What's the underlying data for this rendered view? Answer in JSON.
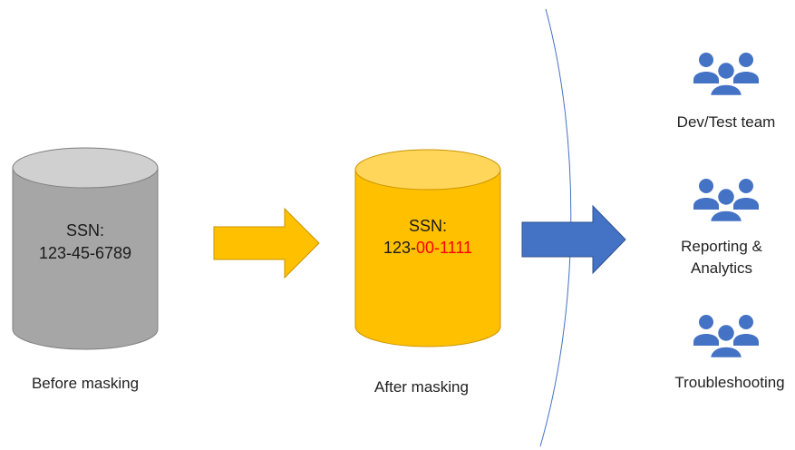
{
  "before": {
    "ssn_label": "SSN:",
    "ssn_value": "123-45-6789",
    "caption": "Before masking",
    "color": "#a6a6a6"
  },
  "after": {
    "ssn_label": "SSN:",
    "ssn_part1": "123-",
    "ssn_part2": "00",
    "ssn_part3": "-1111",
    "caption": "After masking",
    "color": "#ffc000",
    "masked_color": "#ff0000"
  },
  "arrows": {
    "first_color": "#ffc000",
    "second_color": "#4472c4"
  },
  "teams": [
    {
      "icon": "people-group-icon",
      "label_lines": [
        "Dev/Test team"
      ]
    },
    {
      "icon": "people-group-icon",
      "label_lines": [
        "Reporting &",
        "Analytics"
      ]
    },
    {
      "icon": "people-group-icon",
      "label_lines": [
        "Troubleshooting"
      ]
    }
  ],
  "team_icon_color": "#4472c4"
}
